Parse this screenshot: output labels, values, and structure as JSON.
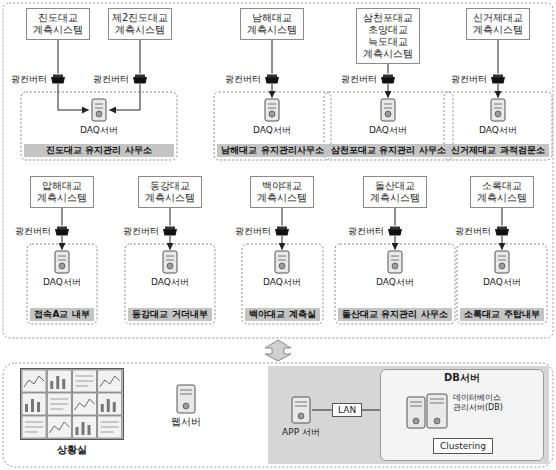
{
  "diagram": {
    "nodes": [
      {
        "text": [
          "진도대교 계측시스템"
        ]
      },
      {
        "text": [
          "제2진도대교 계측시스템"
        ]
      },
      {
        "text": [
          "남해대교 계측시스템"
        ]
      },
      {
        "text": [
          "삼천포대교 초양대교 늑도대교 계측시스템"
        ]
      },
      {
        "text": [
          "신거제대교 계측시스템"
        ]
      },
      {
        "text": [
          "광컨버터"
        ]
      },
      {
        "text": [
          "광컨버터"
        ]
      },
      {
        "text": [
          "광컨버터"
        ]
      },
      {
        "text": [
          "광컨버터"
        ]
      },
      {
        "text": [
          "광컨버터"
        ]
      },
      {
        "text": [
          "DAQ서버"
        ]
      },
      {
        "text": [
          "DAQ서버"
        ]
      },
      {
        "text": [
          "DAQ서버"
        ]
      },
      {
        "text": [
          "DAQ서버"
        ]
      },
      {
        "text": [
          "진도대교 유지관리 사무소"
        ]
      },
      {
        "text": [
          "남해대교 유지관리사무소"
        ]
      },
      {
        "text": [
          "삼천포대교 유지관리 사무소"
        ]
      },
      {
        "text": [
          "신거제대교 과적검문소"
        ]
      },
      {
        "text": [
          "압해대교 계측시스템"
        ]
      },
      {
        "text": [
          "동강대교 계측시스템"
        ]
      },
      {
        "text": [
          "백야대교 계측시스템"
        ]
      },
      {
        "text": [
          "돌산대교 계측시스템"
        ]
      },
      {
        "text": [
          "소록대교 계측시스템"
        ]
      },
      {
        "text": [
          "광컨버터"
        ]
      },
      {
        "text": [
          "광컨버터"
        ]
      },
      {
        "text": [
          "광컨버터"
        ]
      },
      {
        "text": [
          "광컨버터"
        ]
      },
      {
        "text": [
          "광컨버터"
        ]
      },
      {
        "text": [
          "DAQ서버"
        ]
      },
      {
        "text": [
          "DAQ서버"
        ]
      },
      {
        "text": [
          "DAQ서버"
        ]
      },
      {
        "text": [
          "DAQ서버"
        ]
      },
      {
        "text": [
          "DAQ서버"
        ]
      },
      {
        "text": [
          "접속A교 내부"
        ]
      },
      {
        "text": [
          "동강대교 거더내부"
        ]
      },
      {
        "text": [
          "백야대교 계측실"
        ]
      },
      {
        "text": [
          "돌산대교 유지관리 사무소"
        ]
      },
      {
        "text": [
          "소록대교 주탑내부"
        ]
      },
      {
        "text": [
          "상황실"
        ]
      },
      {
        "text": [
          "웹서버"
        ]
      },
      {
        "text": [
          "APP 서버"
        ]
      },
      {
        "text": [
          "LAN"
        ]
      },
      {
        "text": [
          "DB서버"
        ]
      },
      {
        "text": [
          "데이터베이스 관리서버(DB)"
        ],
        "in": 42
      },
      {
        "text": [
          "Clustering"
        ],
        "in": 42
      }
    ],
    "edges": [
      {
        "from": 0,
        "to": 5,
        "arrow": "none"
      },
      {
        "from": 1,
        "to": 6,
        "arrow": "none"
      },
      {
        "from": 2,
        "to": 7,
        "arrow": "none"
      },
      {
        "from": 3,
        "to": 8,
        "arrow": "none"
      },
      {
        "from": 4,
        "to": 9,
        "arrow": "none"
      },
      {
        "from": 5,
        "to": 10,
        "arrow": "to"
      },
      {
        "from": 6,
        "to": 10,
        "arrow": "to"
      },
      {
        "from": 7,
        "to": 11,
        "arrow": "to"
      },
      {
        "from": 8,
        "to": 12,
        "arrow": "to"
      },
      {
        "from": 9,
        "to": 13,
        "arrow": "to"
      },
      {
        "from": 18,
        "to": 23,
        "arrow": "none"
      },
      {
        "from": 19,
        "to": 24,
        "arrow": "none"
      },
      {
        "from": 20,
        "to": 25,
        "arrow": "none"
      },
      {
        "from": 21,
        "to": 26,
        "arrow": "none"
      },
      {
        "from": 22,
        "to": 27,
        "arrow": "none"
      },
      {
        "from": 23,
        "to": 28,
        "arrow": "to"
      },
      {
        "from": 24,
        "to": 29,
        "arrow": "to"
      },
      {
        "from": 25,
        "to": 30,
        "arrow": "to"
      },
      {
        "from": 26,
        "to": 31,
        "arrow": "to"
      },
      {
        "from": 27,
        "to": 32,
        "arrow": "to"
      },
      {
        "from": 40,
        "to": 41,
        "arrow": "none"
      },
      {
        "from": 41,
        "to": 43,
        "arrow": "none"
      }
    ]
  }
}
